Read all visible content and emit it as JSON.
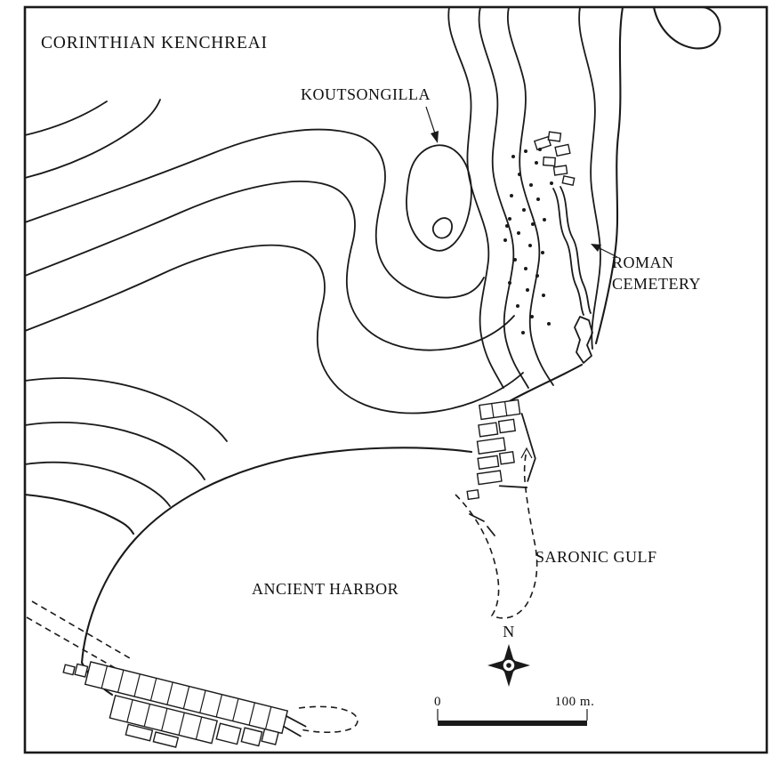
{
  "map": {
    "title": "CORINTHIAN KENCHREAI",
    "labels": {
      "hill": "KOUTSONGILLA",
      "cemetery_line1": "ROMAN",
      "cemetery_line2": "CEMETERY",
      "harbor": "ANCIENT HARBOR",
      "gulf": "SARONIC GULF"
    },
    "compass": {
      "north_label": "N"
    },
    "scale_bar": {
      "start_label": "0",
      "end_label": "100 m."
    },
    "colors": {
      "ink": "#1a1a1a",
      "paper": "#ffffff"
    }
  }
}
